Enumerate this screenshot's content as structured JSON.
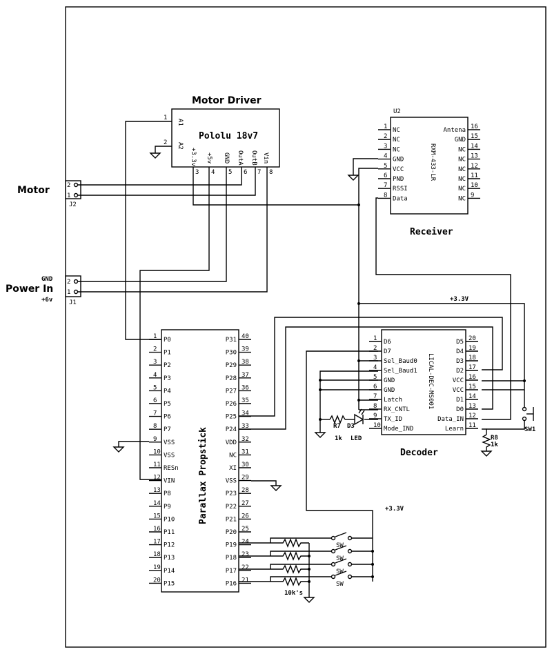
{
  "motor_driver": {
    "title": "Motor Driver",
    "part": "Pololu 18v7",
    "left_pins": [
      {
        "num": "1",
        "label": "A1"
      },
      {
        "num": "2",
        "label": "A2"
      }
    ],
    "bottom_pins": [
      {
        "num": "3",
        "label": "+3.3v"
      },
      {
        "num": "4",
        "label": "+5v"
      },
      {
        "num": "5",
        "label": "GND"
      },
      {
        "num": "6",
        "label": "OutA"
      },
      {
        "num": "7",
        "label": "OutB"
      },
      {
        "num": "8",
        "label": "Vin"
      }
    ]
  },
  "receiver": {
    "ref": "U2",
    "title": "Receiver",
    "part": "RXM-433-LR",
    "left_pins": [
      {
        "num": "1",
        "label": "NC"
      },
      {
        "num": "2",
        "label": "NC"
      },
      {
        "num": "3",
        "label": "NC"
      },
      {
        "num": "4",
        "label": "GND"
      },
      {
        "num": "5",
        "label": "VCC"
      },
      {
        "num": "6",
        "label": "PND"
      },
      {
        "num": "7",
        "label": "RSSI"
      },
      {
        "num": "8",
        "label": "Data"
      }
    ],
    "right_pins": [
      {
        "num": "16",
        "label": "Antena"
      },
      {
        "num": "15",
        "label": "GND"
      },
      {
        "num": "14",
        "label": "NC"
      },
      {
        "num": "13",
        "label": "NC"
      },
      {
        "num": "12",
        "label": "NC"
      },
      {
        "num": "11",
        "label": "NC"
      },
      {
        "num": "10",
        "label": "NC"
      },
      {
        "num": "9",
        "label": "NC"
      }
    ]
  },
  "motor_connector": {
    "title": "Motor",
    "ref": "J2",
    "pins": [
      "2",
      "1"
    ]
  },
  "power_connector": {
    "title": "Power In",
    "top_label": "GND",
    "bottom_label": "+6v",
    "ref": "J1",
    "pins": [
      "2",
      "1"
    ]
  },
  "propstick": {
    "title": "Parallax Propstick",
    "left_pins": [
      {
        "num": "1",
        "label": "P0"
      },
      {
        "num": "2",
        "label": "P1"
      },
      {
        "num": "3",
        "label": "P2"
      },
      {
        "num": "4",
        "label": "P3"
      },
      {
        "num": "5",
        "label": "P4"
      },
      {
        "num": "6",
        "label": "P5"
      },
      {
        "num": "7",
        "label": "P6"
      },
      {
        "num": "8",
        "label": "P7"
      },
      {
        "num": "9",
        "label": "VSS"
      },
      {
        "num": "10",
        "label": "VSS"
      },
      {
        "num": "11",
        "label": "RESn"
      },
      {
        "num": "12",
        "label": "VIN"
      },
      {
        "num": "13",
        "label": "P8"
      },
      {
        "num": "14",
        "label": "P9"
      },
      {
        "num": "15",
        "label": "P10"
      },
      {
        "num": "16",
        "label": "P11"
      },
      {
        "num": "17",
        "label": "P12"
      },
      {
        "num": "18",
        "label": "P13"
      },
      {
        "num": "19",
        "label": "P14"
      },
      {
        "num": "20",
        "label": "P15"
      }
    ],
    "right_pins": [
      {
        "num": "40",
        "label": "P31"
      },
      {
        "num": "39",
        "label": "P30"
      },
      {
        "num": "38",
        "label": "P29"
      },
      {
        "num": "37",
        "label": "P28"
      },
      {
        "num": "36",
        "label": "P27"
      },
      {
        "num": "35",
        "label": "P26"
      },
      {
        "num": "34",
        "label": "P25"
      },
      {
        "num": "33",
        "label": "P24"
      },
      {
        "num": "32",
        "label": "VDD"
      },
      {
        "num": "31",
        "label": "NC"
      },
      {
        "num": "30",
        "label": "XI"
      },
      {
        "num": "29",
        "label": "VSS"
      },
      {
        "num": "28",
        "label": "P23"
      },
      {
        "num": "27",
        "label": "P22"
      },
      {
        "num": "26",
        "label": "P21"
      },
      {
        "num": "25",
        "label": "P20"
      },
      {
        "num": "24",
        "label": "P19"
      },
      {
        "num": "23",
        "label": "P18"
      },
      {
        "num": "22",
        "label": "P17"
      },
      {
        "num": "21",
        "label": "P16"
      }
    ]
  },
  "decoder": {
    "title": "Decoder",
    "part": "LICAL-DEC-MS001",
    "left_pins": [
      {
        "num": "1",
        "label": "D6"
      },
      {
        "num": "2",
        "label": "D7"
      },
      {
        "num": "3",
        "label": "Sel_Baud0"
      },
      {
        "num": "4",
        "label": "Sel_Baud1"
      },
      {
        "num": "5",
        "label": "GND"
      },
      {
        "num": "6",
        "label": "GND"
      },
      {
        "num": "7",
        "label": "Latch"
      },
      {
        "num": "8",
        "label": "RX_CNTL"
      },
      {
        "num": "9",
        "label": "TX_ID"
      },
      {
        "num": "10",
        "label": "Mode_IND"
      }
    ],
    "right_pins": [
      {
        "num": "20",
        "label": "D5"
      },
      {
        "num": "19",
        "label": "D4"
      },
      {
        "num": "18",
        "label": "D3"
      },
      {
        "num": "17",
        "label": "D2"
      },
      {
        "num": "16",
        "label": "VCC"
      },
      {
        "num": "15",
        "label": "VCC"
      },
      {
        "num": "14",
        "label": "D1"
      },
      {
        "num": "13",
        "label": "D0"
      },
      {
        "num": "12",
        "label": "Data_IN"
      },
      {
        "num": "11",
        "label": "Learn"
      }
    ]
  },
  "labels": {
    "vcc_decoder": "+3.3V",
    "vcc_switches": "+3.3V",
    "r7_ref": "R7",
    "r7_val": "1k",
    "d3_ref": "D3",
    "d3_val": "LED",
    "r8_ref": "R8",
    "r8_val": "1k",
    "sw1_ref": "SW1",
    "sw_label": "SW",
    "pulldown_label": "10k's"
  }
}
